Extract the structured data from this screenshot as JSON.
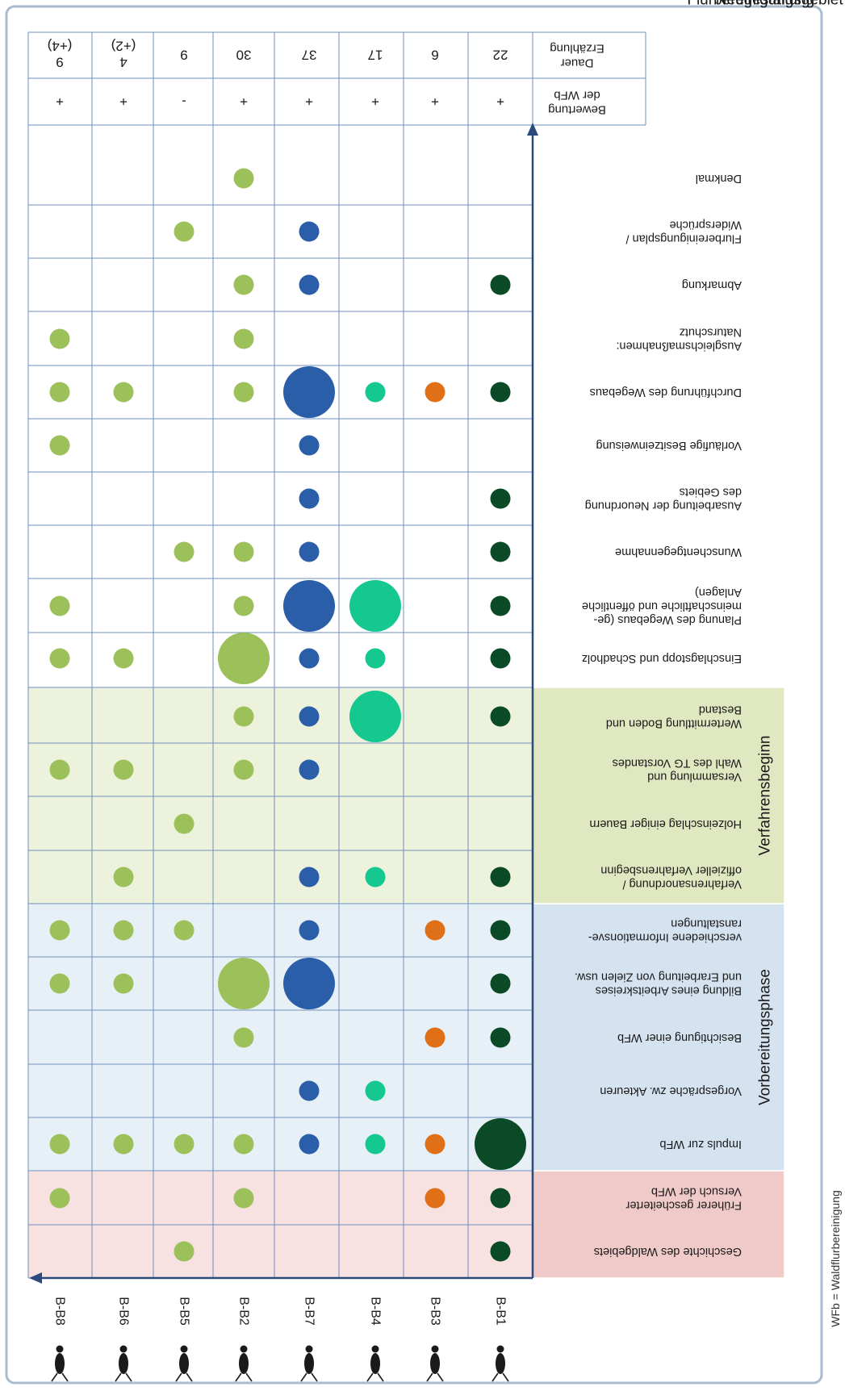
{
  "note": "WFb = Waldflurbereinigung",
  "chart_data": {
    "type": "scatter",
    "subtype": "bubble-matrix",
    "orientation": "rotated 90 degrees clockwise (all text upside down in original)",
    "header_rows": {
      "dauer_label": "Dauer Erzählung",
      "bewertung_label": "Bewertung der WFb"
    },
    "cases": [
      {
        "id": "B-B1",
        "color": "#0b4a26",
        "dauer": "22",
        "bewertung": "+"
      },
      {
        "id": "B-B3",
        "color": "#e07018",
        "dauer": "6",
        "bewertung": "+"
      },
      {
        "id": "B-B4",
        "color": "#14c88f",
        "dauer": "17",
        "bewertung": "+"
      },
      {
        "id": "B-B7",
        "color": "#2b5ea8",
        "dauer": "37",
        "bewertung": "+"
      },
      {
        "id": "B-B2",
        "color": "#9cc05a",
        "dauer": "30",
        "bewertung": "+"
      },
      {
        "id": "B-B5",
        "color": "#9cc05a",
        "dauer": "9",
        "bewertung": "-"
      },
      {
        "id": "B-B6",
        "color": "#9cc05a",
        "dauer": "4 (+2)",
        "bewertung": "+"
      },
      {
        "id": "B-B8",
        "color": "#9cc05a",
        "dauer": "9 (+4)",
        "bewertung": "+"
      }
    ],
    "phases": [
      {
        "name": "",
        "color": "#f0c9c9",
        "start": 0,
        "end": 2
      },
      {
        "name": "Vorbereitungsphase",
        "color": "#d5e3f0",
        "start": 2,
        "end": 7
      },
      {
        "name": "Verfahrensbeginn",
        "color": "#dfe8c0",
        "start": 7,
        "end": 11
      },
      {
        "name": "Neugestaltung Flurbereinigungsgebiet",
        "color": "#ddd5e8",
        "start": 11,
        "end": 22
      }
    ],
    "stages": [
      "Geschichte des Waldgebiets",
      "Früherer gescheiterter Versuch der WFb",
      "Impuls zur WFb",
      "Vorgespräche zw. Akteuren",
      "Besichtigung einer WFb",
      "Bildung eines Arbeitskreises und Erarbeitung von Zielen usw.",
      "verschiedene Informationsveranstaltungen",
      "Verfahrensanordnung / offizieller Verfahrensbeginn",
      "Holzeinschlag einiger Bauern",
      "Versammlung und Wahl des TG Vorstandes",
      "Wertermittlung Boden und Bestand",
      "Einschlagstopp und Schadholz",
      "Planung des Wegebaus (gemeinschaftliche und öffentliche Anlagen)",
      "Wunschentgegennahme",
      "Ausarbeitung der Neuordnung des Gebiets",
      "Vorläufige Besitzeinweisung",
      "Durchführung des Wegebaus",
      "Ausgleichsmaßnahmen: Naturschutz",
      "Abmarkung",
      "Flurbereinigungsplan / Widersprüche",
      "Denkmal"
    ],
    "stage_labels": [
      [
        "Geschichte des Waldgebiets"
      ],
      [
        "Früherer gescheiterter",
        "Versuch der WFb"
      ],
      [
        "Impuls zur WFb"
      ],
      [
        "Vorgespräche zw. Akteuren"
      ],
      [
        "Besichtigung einer WFb"
      ],
      [
        "Bildung eines Arbeitskreises",
        "und Erarbeitung von Zielen usw."
      ],
      [
        "verschiedene Informationsve-",
        "ranstaltungen"
      ],
      [
        "Verfahrensanordnung /",
        "offizieller Verfahrensbeginn"
      ],
      [
        "Holzeinschlag einiger Bauern"
      ],
      [
        "Versammlung und",
        "Wahl des TG Vorstandes"
      ],
      [
        "Wertermittlung Boden und",
        "Bestand"
      ],
      [
        "Einschlagstopp und Schadholz"
      ],
      [
        "Planung des Wegebaus (ge-",
        "meinschaftliche und öffentliche",
        "Anlagen)"
      ],
      [
        "Wunschentgegennahme"
      ],
      [
        "Ausarbeitung der Neuordnung",
        "des Gebiets"
      ],
      [
        "Vorläufige Besitzeinweisung"
      ],
      [
        "Durchführung des Wegebaus"
      ],
      [
        "Ausgleichsmaßnahmen:",
        "Naturschutz"
      ],
      [
        "Abmarkung"
      ],
      [
        "Flurbereinigungsplan /",
        "Widersprüche"
      ],
      [
        "Denkmal"
      ]
    ],
    "bubble_size_levels": {
      "1": "small",
      "2": "medium",
      "3": "large"
    },
    "points": [
      {
        "case": "B-B1",
        "stage": 0,
        "size": 1
      },
      {
        "case": "B-B1",
        "stage": 1,
        "size": 1
      },
      {
        "case": "B-B1",
        "stage": 2,
        "size": 3
      },
      {
        "case": "B-B1",
        "stage": 4,
        "size": 1
      },
      {
        "case": "B-B1",
        "stage": 5,
        "size": 1
      },
      {
        "case": "B-B1",
        "stage": 6,
        "size": 1
      },
      {
        "case": "B-B1",
        "stage": 7,
        "size": 1
      },
      {
        "case": "B-B1",
        "stage": 10,
        "size": 1
      },
      {
        "case": "B-B1",
        "stage": 11,
        "size": 1
      },
      {
        "case": "B-B1",
        "stage": 12,
        "size": 1
      },
      {
        "case": "B-B1",
        "stage": 13,
        "size": 1
      },
      {
        "case": "B-B1",
        "stage": 14,
        "size": 1
      },
      {
        "case": "B-B1",
        "stage": 16,
        "size": 1
      },
      {
        "case": "B-B1",
        "stage": 18,
        "size": 1
      },
      {
        "case": "B-B3",
        "stage": 1,
        "size": 1
      },
      {
        "case": "B-B3",
        "stage": 2,
        "size": 1
      },
      {
        "case": "B-B3",
        "stage": 4,
        "size": 1
      },
      {
        "case": "B-B3",
        "stage": 6,
        "size": 1
      },
      {
        "case": "B-B3",
        "stage": 16,
        "size": 1
      },
      {
        "case": "B-B4",
        "stage": 2,
        "size": 1
      },
      {
        "case": "B-B4",
        "stage": 3,
        "size": 1
      },
      {
        "case": "B-B4",
        "stage": 7,
        "size": 1
      },
      {
        "case": "B-B4",
        "stage": 10,
        "size": 3
      },
      {
        "case": "B-B4",
        "stage": 11,
        "size": 1
      },
      {
        "case": "B-B4",
        "stage": 12,
        "size": 3
      },
      {
        "case": "B-B4",
        "stage": 16,
        "size": 1
      },
      {
        "case": "B-B7",
        "stage": 2,
        "size": 1
      },
      {
        "case": "B-B7",
        "stage": 3,
        "size": 1
      },
      {
        "case": "B-B7",
        "stage": 5,
        "size": 3
      },
      {
        "case": "B-B7",
        "stage": 6,
        "size": 1
      },
      {
        "case": "B-B7",
        "stage": 7,
        "size": 1
      },
      {
        "case": "B-B7",
        "stage": 9,
        "size": 1
      },
      {
        "case": "B-B7",
        "stage": 10,
        "size": 1
      },
      {
        "case": "B-B7",
        "stage": 11,
        "size": 1
      },
      {
        "case": "B-B7",
        "stage": 12,
        "size": 3
      },
      {
        "case": "B-B7",
        "stage": 13,
        "size": 1
      },
      {
        "case": "B-B7",
        "stage": 14,
        "size": 1
      },
      {
        "case": "B-B7",
        "stage": 15,
        "size": 1
      },
      {
        "case": "B-B7",
        "stage": 16,
        "size": 3
      },
      {
        "case": "B-B7",
        "stage": 18,
        "size": 1
      },
      {
        "case": "B-B7",
        "stage": 19,
        "size": 1
      },
      {
        "case": "B-B2",
        "stage": 1,
        "size": 1
      },
      {
        "case": "B-B2",
        "stage": 2,
        "size": 1
      },
      {
        "case": "B-B2",
        "stage": 4,
        "size": 1
      },
      {
        "case": "B-B2",
        "stage": 5,
        "size": 3
      },
      {
        "case": "B-B2",
        "stage": 9,
        "size": 1
      },
      {
        "case": "B-B2",
        "stage": 10,
        "size": 1
      },
      {
        "case": "B-B2",
        "stage": 11,
        "size": 3
      },
      {
        "case": "B-B2",
        "stage": 12,
        "size": 1
      },
      {
        "case": "B-B2",
        "stage": 13,
        "size": 1
      },
      {
        "case": "B-B2",
        "stage": 16,
        "size": 1
      },
      {
        "case": "B-B2",
        "stage": 17,
        "size": 1
      },
      {
        "case": "B-B2",
        "stage": 18,
        "size": 1
      },
      {
        "case": "B-B2",
        "stage": 20,
        "size": 1
      },
      {
        "case": "B-B5",
        "stage": 0,
        "size": 1
      },
      {
        "case": "B-B5",
        "stage": 2,
        "size": 1
      },
      {
        "case": "B-B5",
        "stage": 6,
        "size": 1
      },
      {
        "case": "B-B5",
        "stage": 8,
        "size": 1
      },
      {
        "case": "B-B5",
        "stage": 13,
        "size": 1
      },
      {
        "case": "B-B5",
        "stage": 19,
        "size": 1
      },
      {
        "case": "B-B6",
        "stage": 2,
        "size": 1
      },
      {
        "case": "B-B6",
        "stage": 5,
        "size": 1
      },
      {
        "case": "B-B6",
        "stage": 6,
        "size": 1
      },
      {
        "case": "B-B6",
        "stage": 7,
        "size": 1
      },
      {
        "case": "B-B6",
        "stage": 9,
        "size": 1
      },
      {
        "case": "B-B6",
        "stage": 11,
        "size": 1
      },
      {
        "case": "B-B6",
        "stage": 16,
        "size": 1
      },
      {
        "case": "B-B8",
        "stage": 1,
        "size": 1
      },
      {
        "case": "B-B8",
        "stage": 2,
        "size": 1
      },
      {
        "case": "B-B8",
        "stage": 5,
        "size": 1
      },
      {
        "case": "B-B8",
        "stage": 6,
        "size": 1
      },
      {
        "case": "B-B8",
        "stage": 9,
        "size": 1
      },
      {
        "case": "B-B8",
        "stage": 11,
        "size": 1
      },
      {
        "case": "B-B8",
        "stage": 12,
        "size": 1
      },
      {
        "case": "B-B8",
        "stage": 15,
        "size": 1
      },
      {
        "case": "B-B8",
        "stage": 16,
        "size": 1
      },
      {
        "case": "B-B8",
        "stage": 17,
        "size": 1
      }
    ]
  }
}
